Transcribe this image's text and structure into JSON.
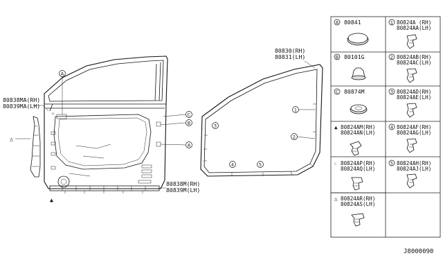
{
  "diagram": {
    "callouts": {
      "weatherstrip_a_rh": "80838MA(RH)",
      "weatherstrip_a_lh": "80839MA(LH)",
      "door_seal_rh": "80830(RH)",
      "door_seal_lh": "80831(LH)",
      "lower_seal_rh": "80838M(RH)",
      "lower_seal_lh": "80839M(LH)"
    },
    "markers": {
      "a": "A",
      "b": "B",
      "c": "C",
      "n1": "1",
      "n2": "2",
      "n3": "3",
      "n4": "4",
      "n5": "5",
      "triangle_filled": "▲",
      "triangle_open": "△"
    },
    "legend": [
      {
        "marker": "A",
        "line1": "80841",
        "line2": ""
      },
      {
        "marker": "1",
        "line1": "80824A (RH)",
        "line2": "80824AA(LH)"
      },
      {
        "marker": "B",
        "line1": "80101G",
        "line2": ""
      },
      {
        "marker": "2",
        "line1": "80824AB(RH)",
        "line2": "80824AC(LH)"
      },
      {
        "marker": "C",
        "line1": "80874M",
        "line2": ""
      },
      {
        "marker": "3",
        "line1": "80824AD(RH)",
        "line2": "80824AE(LH)"
      },
      {
        "marker": "▲",
        "line1": "80824AM(RH)",
        "line2": "80824AN(LH)"
      },
      {
        "marker": "4",
        "line1": "80824AF(RH)",
        "line2": "80824AG(LH)"
      },
      {
        "marker": "☆",
        "line1": "80824AP(RH)",
        "line2": "80824AQ(LH)"
      },
      {
        "marker": "5",
        "line1": "80824AH(RH)",
        "line2": "80824AJ(LH)"
      },
      {
        "marker": "△",
        "line1": "80824AR(RH)",
        "line2": "80824AS(LH)"
      }
    ],
    "diagram_code": "J8000090"
  }
}
